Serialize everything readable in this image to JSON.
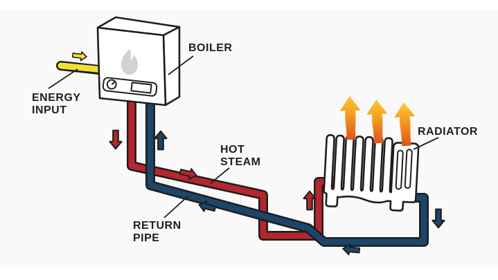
{
  "diagram": {
    "labels": {
      "energy_input": {
        "line1": "ENERGY",
        "line2": "INPUT"
      },
      "boiler": "BOILER",
      "hot_steam": {
        "line1": "HOT",
        "line2": "STEAM"
      },
      "return_pipe": {
        "line1": "RETURN",
        "line2": "PIPE"
      },
      "radiator": "RADIATOR"
    },
    "colors": {
      "outline": "#1e1e1e",
      "hot_pipe": "#b5262e",
      "return_pipe_color": "#1d4569",
      "energy": "#f2df35",
      "heat_top": "#fdc930",
      "heat_mid": "#f29a20",
      "heat_bottom": "#e0531c",
      "flame": "#d2d2d2",
      "canvas": "#f9f9f9",
      "page": "#ffffff"
    },
    "icons": {
      "flame": "flame-icon",
      "gauge": "gauge-icon",
      "heat": "heat-arrow-icon",
      "flow": "flow-arrow-icon",
      "energy_arrow": "energy-arrow-icon"
    }
  }
}
